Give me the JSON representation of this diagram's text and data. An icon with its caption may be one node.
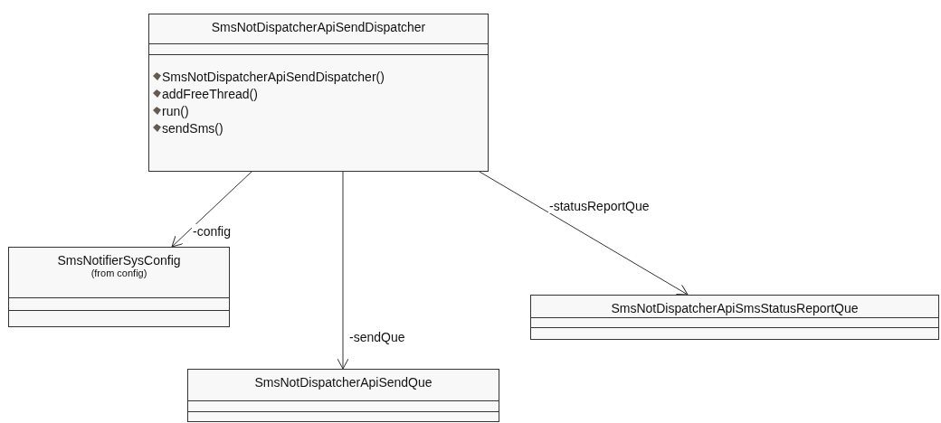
{
  "diagram": {
    "nodes": [
      {
        "text": [
          "SmsNotDispatcherApiSendDispatcher",
          "SmsNotDispatcherApiSendDispatcher()",
          "addFreeThread()",
          "run()",
          "sendSms()"
        ]
      },
      {
        "text": [
          "SmsNotifierSysConfig",
          "(from config)"
        ]
      },
      {
        "text": [
          "SmsNotDispatcherApiSmsStatusReportQue"
        ]
      },
      {
        "text": [
          "SmsNotDispatcherApiSendQue"
        ]
      }
    ],
    "edges": [
      {
        "from": 0,
        "to": 1,
        "arrow": "to",
        "label": "-config"
      },
      {
        "from": 0,
        "to": 3,
        "arrow": "to",
        "label": "-sendQue"
      },
      {
        "from": 0,
        "to": 2,
        "arrow": "to",
        "label": "-statusReportQue"
      }
    ]
  }
}
